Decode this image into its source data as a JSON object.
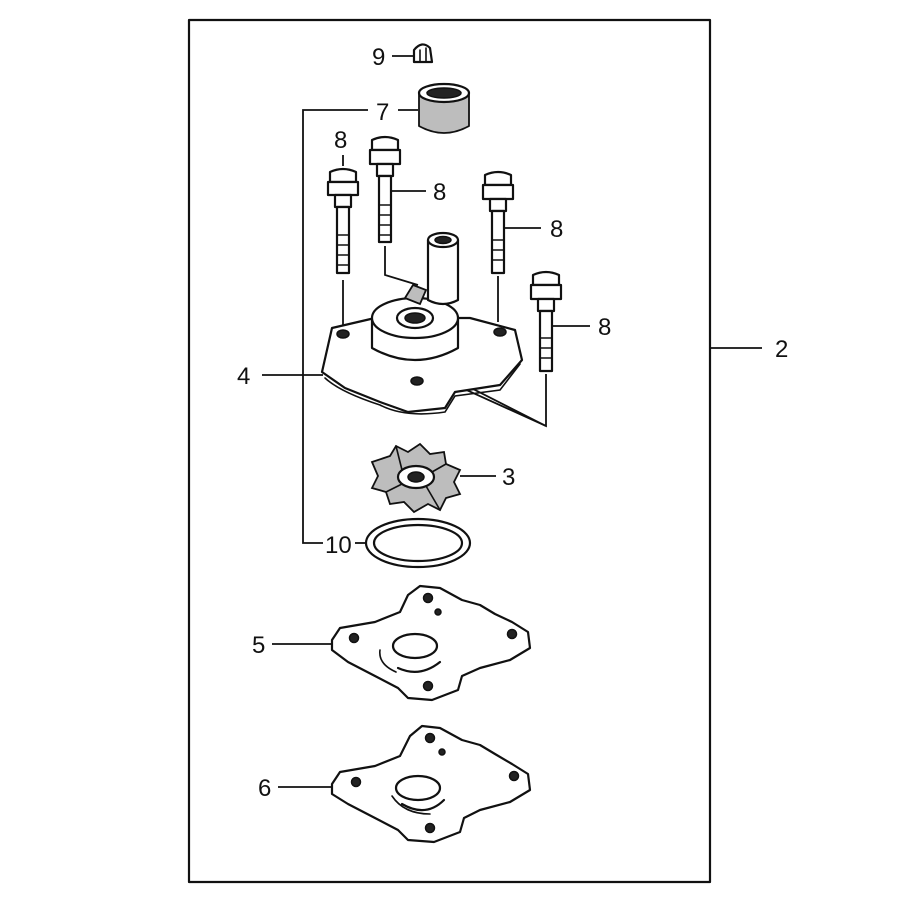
{
  "callouts": {
    "kit": "2",
    "impeller": "3",
    "pump_case": "4",
    "plate_upper": "5",
    "plate_lower": "6",
    "bushing": "7",
    "bolt_a": "8",
    "bolt_b": "8",
    "bolt_c": "8",
    "bolt_d": "8",
    "cap": "9",
    "o_ring": "10"
  }
}
